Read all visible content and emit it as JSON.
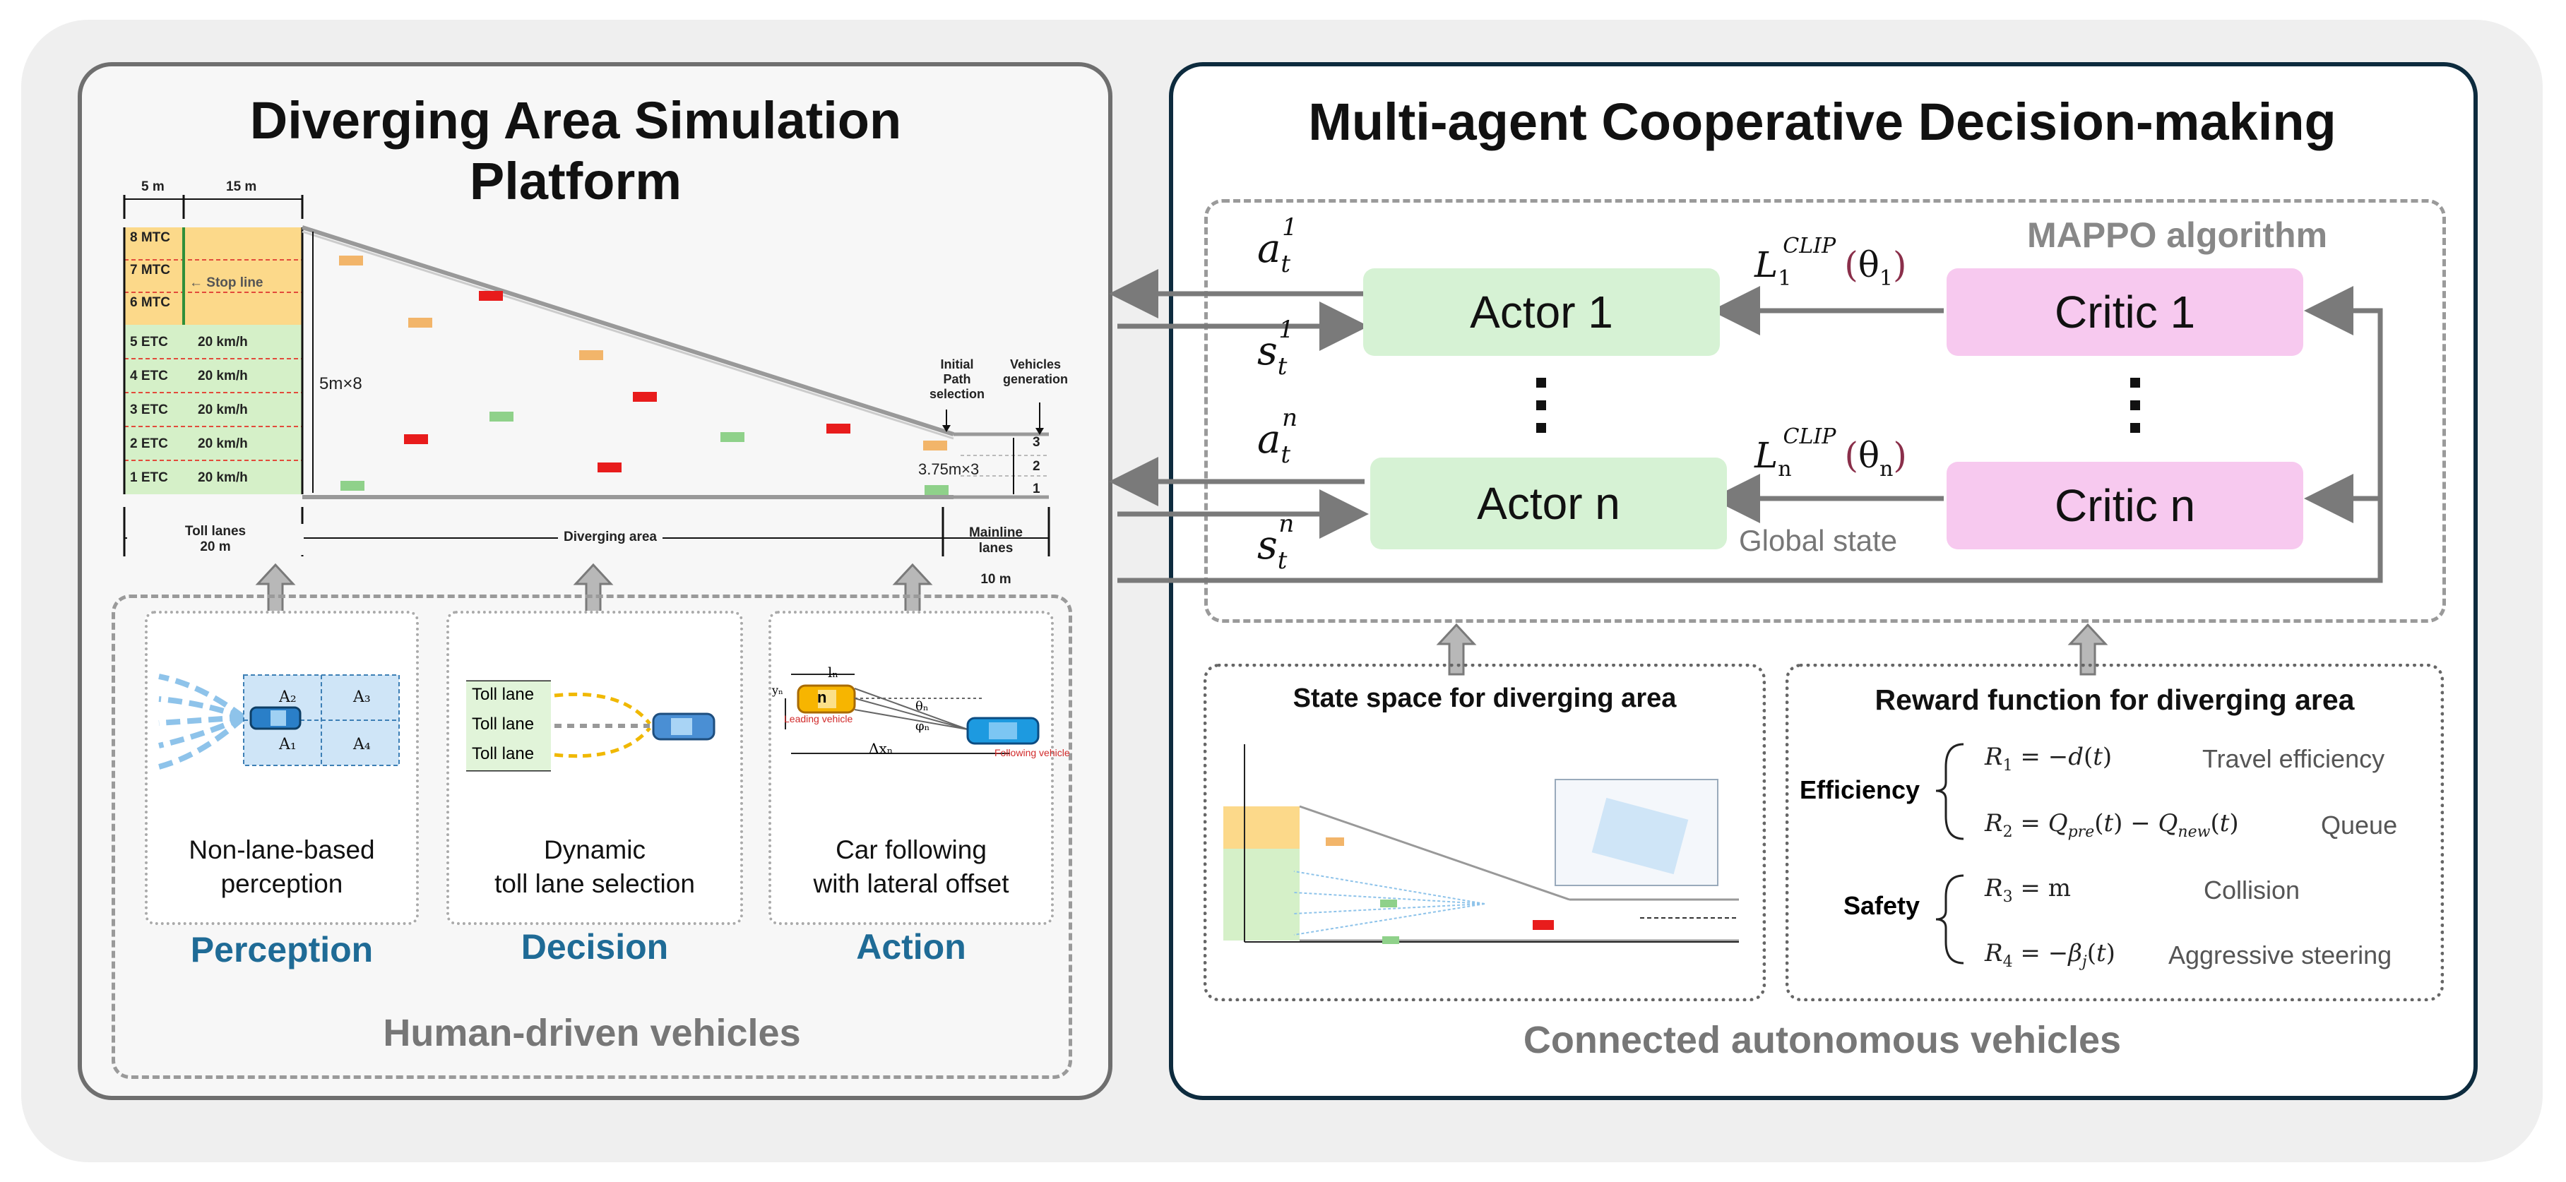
{
  "left_panel": {
    "title_line1": "Diverging Area Simulation",
    "title_line2": "Platform",
    "road": {
      "dim_5m": "5 m",
      "dim_15m": "15 m",
      "lanes": [
        {
          "num": "8",
          "type": "MTC",
          "speed": ""
        },
        {
          "num": "7",
          "type": "MTC",
          "speed": ""
        },
        {
          "num": "6",
          "type": "MTC",
          "speed": ""
        },
        {
          "num": "5",
          "type": "ETC",
          "speed": "20 km/h"
        },
        {
          "num": "4",
          "type": "ETC",
          "speed": "20 km/h"
        },
        {
          "num": "3",
          "type": "ETC",
          "speed": "20 km/h"
        },
        {
          "num": "2",
          "type": "ETC",
          "speed": "20 km/h"
        },
        {
          "num": "1",
          "type": "ETC",
          "speed": "20 km/h"
        }
      ],
      "stop_line": "Stop line",
      "width_label": "5m×8",
      "mainline_width": "3.75m×3",
      "mainline_lanes": [
        "3",
        "2",
        "1"
      ],
      "initial_path": "Initial\nPath selection",
      "vehicles_generation": "Vehicles\ngeneration",
      "toll_lanes_label": "Toll lanes",
      "toll_lanes_len": "20 m",
      "diverging_area": "Diverging area",
      "mainline_label": "Mainline\nlanes",
      "mainline_len": "10 m"
    },
    "modules": [
      {
        "caption": "Non-lane-based\nperception",
        "category": "Perception"
      },
      {
        "caption": "Dynamic\ntoll lane selection",
        "category": "Decision"
      },
      {
        "caption": "Car following\nwith lateral offset",
        "category": "Action"
      }
    ],
    "perception_cells": [
      "A₂",
      "A₃",
      "A₁",
      "A₄"
    ],
    "toll_lane_words": [
      "Toll lane",
      "Toll lane",
      "Toll lane"
    ],
    "action_labels": {
      "leading": "Leading vehicle",
      "following": "Following vehicle",
      "n": "n",
      "ln": "lₙ",
      "dxn": "Δxₙ",
      "theta": "θₙ",
      "phi": "φₙ",
      "ye": "yₙ"
    },
    "footer": "Human-driven vehicles"
  },
  "right_panel": {
    "title": "Multi-agent Cooperative Decision-making",
    "algorithm": "MAPPO algorithm",
    "actor1": "Actor 1",
    "actorn": "Actor n",
    "critic1": "Critic 1",
    "criticn": "Critic n",
    "global_state": "Global state",
    "state_title": "State space for diverging area",
    "reward_title": "Reward function for diverging area",
    "efficiency": "Efficiency",
    "safety": "Safety",
    "rewards": [
      {
        "desc": "Travel efficiency"
      },
      {
        "desc": "Queue"
      },
      {
        "desc": "Collision"
      },
      {
        "desc": "Aggressive steering"
      }
    ],
    "footer": "Connected autonomous vehicles"
  },
  "colors": {
    "mtc_yellow": "#fcd98a",
    "etc_green": "#d5f0c8",
    "actor_green": "#d6f2d4",
    "critic_pink": "#f7c9ef",
    "label_blue": "#1f6b96",
    "dark_border": "#0d2b3e"
  }
}
